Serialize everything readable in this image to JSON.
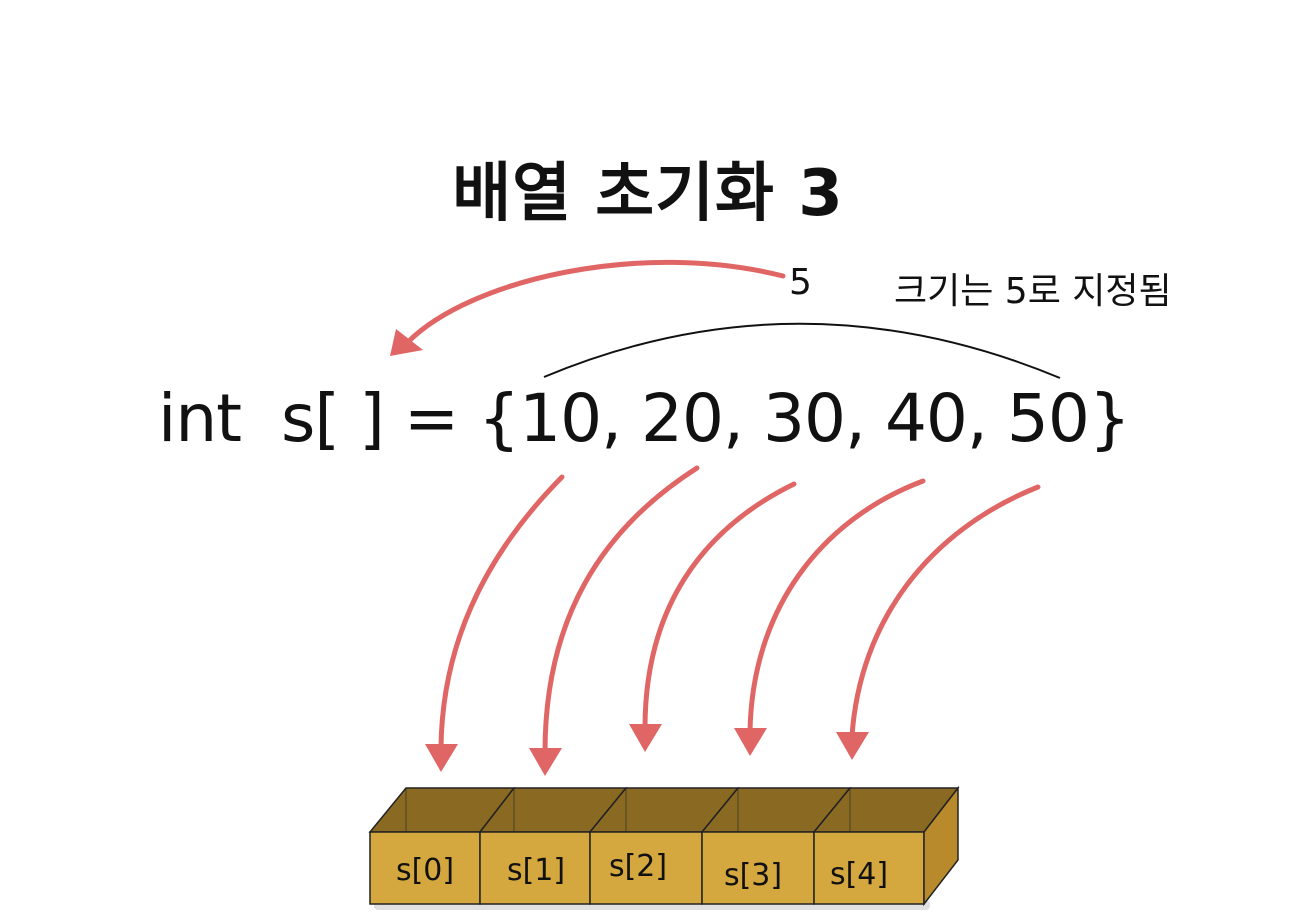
{
  "title": "배열 초기화 3",
  "size_value": "5",
  "size_note": "크기는 5로 지정됨",
  "code_line": "int  s[ ] = {10, 20, 30, 40, 50}",
  "cells": [
    "s[0]",
    "s[1]",
    "s[2]",
    "s[3]",
    "s[4]"
  ],
  "colors": {
    "arrow": "#e06666",
    "box_front": "#d4a83f",
    "box_inner": "#8a6a22",
    "box_side": "#b88a2c",
    "outline": "#222222"
  }
}
